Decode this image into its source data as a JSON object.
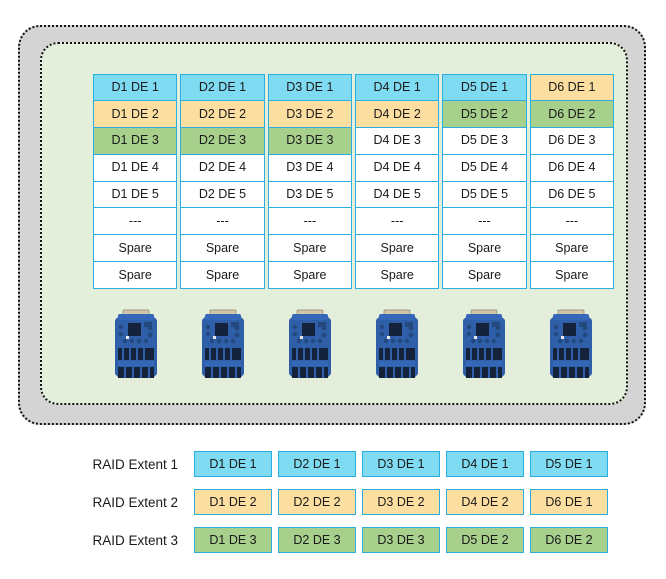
{
  "enclosure": {
    "outer_name": "storage-enclosure-outer",
    "inner_name": "storage-enclosure-inner"
  },
  "colors": {
    "extent1_blue": "#7fdbf2",
    "extent2_yellow": "#fcdfa0",
    "extent3_green": "#a8d08d",
    "cell_border": "#2badE0",
    "inner_panel": "#e4efdb",
    "outer_panel": "#d4d4d4",
    "drive_body": "#2f5fa8"
  },
  "disk_grid": {
    "columns": [
      {
        "drive": "D1",
        "drive_icon": "disk-drive-icon",
        "cells": [
          {
            "label": "D1 DE 1",
            "fill": "blue"
          },
          {
            "label": "D1 DE 2",
            "fill": "yellow"
          },
          {
            "label": "D1 DE 3",
            "fill": "green"
          },
          {
            "label": "D1 DE 4",
            "fill": "plain"
          },
          {
            "label": "D1 DE 5",
            "fill": "plain"
          },
          {
            "label": "---",
            "fill": "plain"
          },
          {
            "label": "Spare",
            "fill": "plain"
          },
          {
            "label": "Spare",
            "fill": "plain"
          }
        ]
      },
      {
        "drive": "D2",
        "drive_icon": "disk-drive-icon",
        "cells": [
          {
            "label": "D2 DE 1",
            "fill": "blue"
          },
          {
            "label": "D2 DE 2",
            "fill": "yellow"
          },
          {
            "label": "D2 DE 3",
            "fill": "green"
          },
          {
            "label": "D2 DE 4",
            "fill": "plain"
          },
          {
            "label": "D2 DE 5",
            "fill": "plain"
          },
          {
            "label": "---",
            "fill": "plain"
          },
          {
            "label": "Spare",
            "fill": "plain"
          },
          {
            "label": "Spare",
            "fill": "plain"
          }
        ]
      },
      {
        "drive": "D3",
        "drive_icon": "disk-drive-icon",
        "cells": [
          {
            "label": "D3 DE 1",
            "fill": "blue"
          },
          {
            "label": "D3 DE 2",
            "fill": "yellow"
          },
          {
            "label": "D3 DE 3",
            "fill": "green"
          },
          {
            "label": "D3 DE 4",
            "fill": "plain"
          },
          {
            "label": "D3 DE 5",
            "fill": "plain"
          },
          {
            "label": "---",
            "fill": "plain"
          },
          {
            "label": "Spare",
            "fill": "plain"
          },
          {
            "label": "Spare",
            "fill": "plain"
          }
        ]
      },
      {
        "drive": "D4",
        "drive_icon": "disk-drive-icon",
        "cells": [
          {
            "label": "D4 DE 1",
            "fill": "blue"
          },
          {
            "label": "D4 DE 2",
            "fill": "yellow"
          },
          {
            "label": "D4 DE 3",
            "fill": "plain"
          },
          {
            "label": "D4 DE 4",
            "fill": "plain"
          },
          {
            "label": "D4 DE 5",
            "fill": "plain"
          },
          {
            "label": "---",
            "fill": "plain"
          },
          {
            "label": "Spare",
            "fill": "plain"
          },
          {
            "label": "Spare",
            "fill": "plain"
          }
        ]
      },
      {
        "drive": "D5",
        "drive_icon": "disk-drive-icon",
        "cells": [
          {
            "label": "D5 DE 1",
            "fill": "blue"
          },
          {
            "label": "D5 DE 2",
            "fill": "green"
          },
          {
            "label": "D5 DE 3",
            "fill": "plain"
          },
          {
            "label": "D5 DE 4",
            "fill": "plain"
          },
          {
            "label": "D5 DE 5",
            "fill": "plain"
          },
          {
            "label": "---",
            "fill": "plain"
          },
          {
            "label": "Spare",
            "fill": "plain"
          },
          {
            "label": "Spare",
            "fill": "plain"
          }
        ]
      },
      {
        "drive": "D6",
        "drive_icon": "disk-drive-icon",
        "cells": [
          {
            "label": "D6 DE 1",
            "fill": "yellow"
          },
          {
            "label": "D6 DE 2",
            "fill": "green"
          },
          {
            "label": "D6 DE 3",
            "fill": "plain"
          },
          {
            "label": "D6 DE 4",
            "fill": "plain"
          },
          {
            "label": "D6 DE 5",
            "fill": "plain"
          },
          {
            "label": "---",
            "fill": "plain"
          },
          {
            "label": "Spare",
            "fill": "plain"
          },
          {
            "label": "Spare",
            "fill": "plain"
          }
        ]
      }
    ]
  },
  "extents": [
    {
      "label": "RAID Extent 1",
      "fill": "blue",
      "members": [
        "D1 DE 1",
        "D2 DE 1",
        "D3 DE 1",
        "D4 DE 1",
        "D5 DE 1"
      ]
    },
    {
      "label": "RAID Extent 2",
      "fill": "yellow",
      "members": [
        "D1 DE 2",
        "D2 DE 2",
        "D3 DE 2",
        "D4 DE 2",
        "D6 DE 1"
      ]
    },
    {
      "label": "RAID Extent 3",
      "fill": "green",
      "members": [
        "D1 DE 3",
        "D2 DE 3",
        "D3 DE 3",
        "D5 DE 2",
        "D6 DE 2"
      ]
    }
  ]
}
